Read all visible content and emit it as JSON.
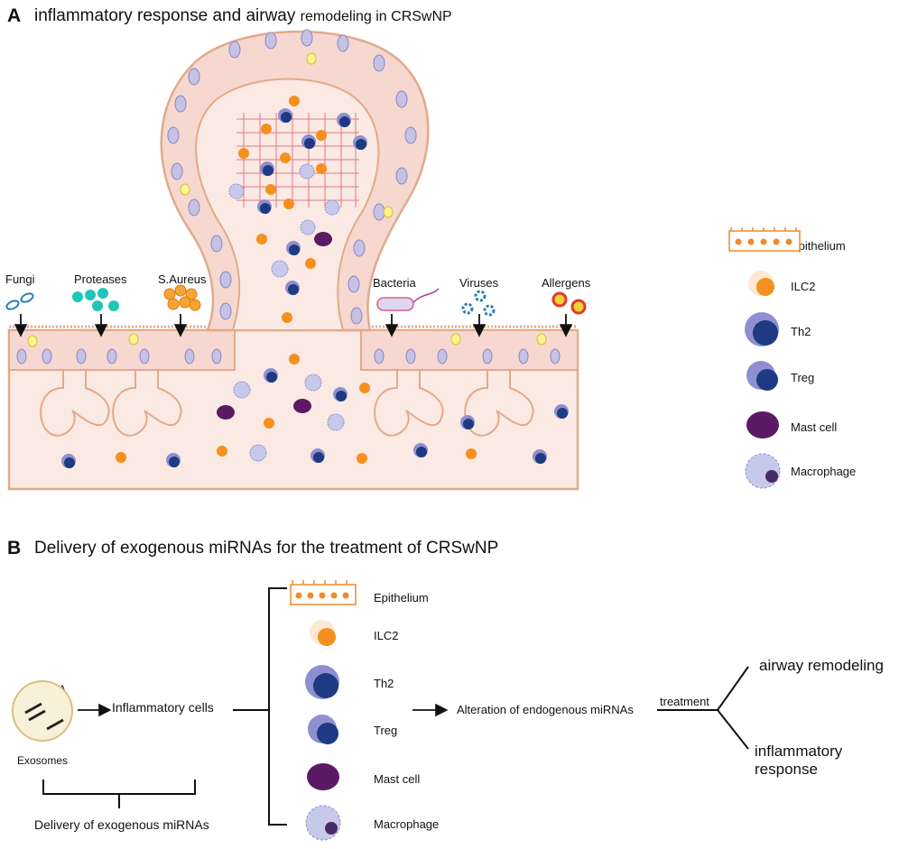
{
  "panel_a": {
    "letter": "A",
    "title_main": "inflammatory response and airway",
    "title_small": "remodeling in CRSwNP",
    "stimuli": [
      "Fungi",
      "Proteases",
      "S.Aureus",
      "Bacteria",
      "Viruses",
      "Allergens"
    ]
  },
  "legend": {
    "items": [
      "Epithelium",
      "ILC2",
      "Th2",
      "Treg",
      "Mast cell",
      "Macrophage"
    ]
  },
  "panel_b": {
    "letter": "B",
    "title": "Delivery of exogenous miRNAs for the treatment of CRSwNP",
    "mirna_label": "miRNA",
    "exosomes_label": "Exosomes",
    "inflammatory_cells": "Inflammatory cells",
    "delivery_label": "Delivery of exogenous miRNAs",
    "cells": [
      "Epithelium",
      "ILC2",
      "Th2",
      "Treg",
      "Mast cell",
      "Macrophage"
    ],
    "alteration": "Alteration of endogenous miRNAs",
    "treatment": "treatment",
    "outcome_1": "airway remodeling",
    "outcome_2_line1": "inflammatory",
    "outcome_2_line2": "response"
  },
  "colors": {
    "tissue_fill": "#fbe9e4",
    "tissue_stroke": "#e0aa8c",
    "ilc2": "#f5901e",
    "th2_outer": "#8e8fd0",
    "th2_inner": "#1d3a82",
    "mast": "#5b1a63",
    "macrophage": "#c7c9ea",
    "epithelium_orange": "#f08a2c"
  }
}
